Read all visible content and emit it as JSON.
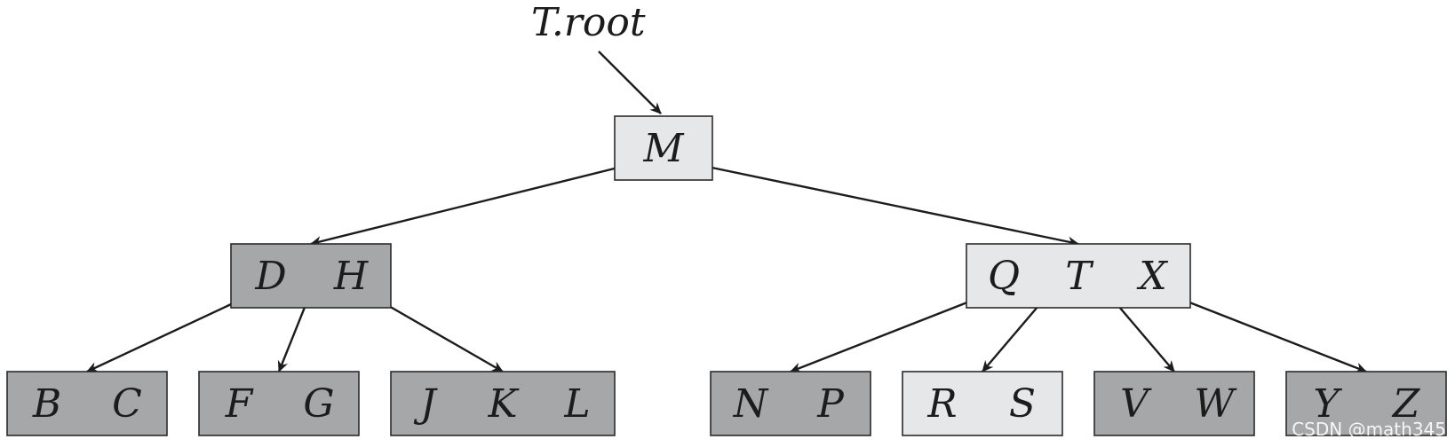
{
  "diagram": {
    "type": "b-tree",
    "root_pointer_label": "T.root",
    "colors": {
      "light_node": "#e6e7e8",
      "dark_node": "#a6a7a9",
      "edge": "#1c1c1c"
    },
    "nodes": [
      {
        "id": "m",
        "keys": [
          "M"
        ],
        "shade": "light"
      },
      {
        "id": "dh",
        "keys": [
          "D",
          "H"
        ],
        "shade": "dark"
      },
      {
        "id": "qtx",
        "keys": [
          "Q",
          "T",
          "X"
        ],
        "shade": "light"
      },
      {
        "id": "bc",
        "keys": [
          "B",
          "C"
        ],
        "shade": "dark"
      },
      {
        "id": "fg",
        "keys": [
          "F",
          "G"
        ],
        "shade": "dark"
      },
      {
        "id": "jkl",
        "keys": [
          "J",
          "K",
          "L"
        ],
        "shade": "dark"
      },
      {
        "id": "np",
        "keys": [
          "N",
          "P"
        ],
        "shade": "dark"
      },
      {
        "id": "rs",
        "keys": [
          "R",
          "S"
        ],
        "shade": "light"
      },
      {
        "id": "vw",
        "keys": [
          "V",
          "W"
        ],
        "shade": "dark"
      },
      {
        "id": "yz",
        "keys": [
          "Y",
          "Z"
        ],
        "shade": "dark"
      }
    ],
    "edges": [
      {
        "from": "m",
        "to": "dh"
      },
      {
        "from": "m",
        "to": "qtx"
      },
      {
        "from": "dh",
        "to": "bc"
      },
      {
        "from": "dh",
        "to": "fg"
      },
      {
        "from": "dh",
        "to": "jkl"
      },
      {
        "from": "qtx",
        "to": "np"
      },
      {
        "from": "qtx",
        "to": "rs"
      },
      {
        "from": "qtx",
        "to": "vw"
      },
      {
        "from": "qtx",
        "to": "yz"
      }
    ]
  },
  "watermark": "CSDN @math345"
}
